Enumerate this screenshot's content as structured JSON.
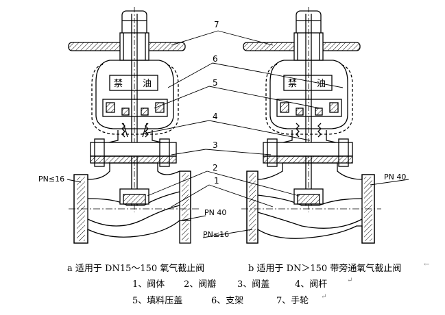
{
  "figure": {
    "callouts": [
      "1",
      "2",
      "3",
      "4",
      "5",
      "6",
      "7"
    ],
    "left_valve": {
      "stamp_left": "禁",
      "stamp_right": "油",
      "pressure_top": "PN≤16",
      "pressure_bottom": "PN 40"
    },
    "right_valve": {
      "stamp_left": "禁",
      "stamp_right": "油",
      "pressure_top": "PN 40",
      "pressure_bottom": "PN≤16"
    }
  },
  "captions": {
    "a": "a 适用于 DN15～150 氧气截止阀",
    "b": "b 适用于 DN＞150 带旁通氧气截止阀",
    "parts_row1": [
      "1、阀体",
      "2、阀瓣",
      "3、阀盖",
      "4、阀杆"
    ],
    "parts_row2": [
      "5、填料压盖",
      "6、支架",
      "7、手轮"
    ]
  }
}
